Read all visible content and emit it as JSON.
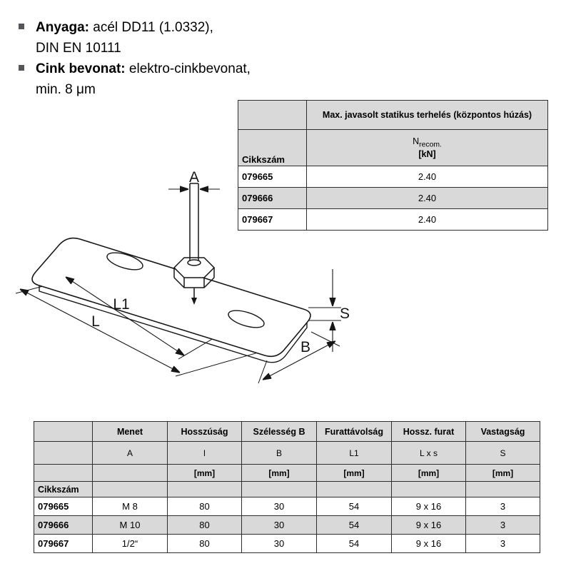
{
  "bullets": [
    {
      "label": "Anyaga:",
      "text": "acél DD11 (1.0332),",
      "line2": "DIN EN 10111"
    },
    {
      "label": "Cink bevonat:",
      "text": "elektro-cinkbevonat,",
      "line2": "min. 8 μm"
    }
  ],
  "load_table": {
    "header": "Max. javasolt statikus terhelés (központos húzás)",
    "col1": "Cikkszám",
    "unit": {
      "symbol": "N",
      "sub": "recom.",
      "bracket": "[kN]"
    },
    "rows": [
      {
        "sku": "079665",
        "value": "2.40"
      },
      {
        "sku": "079666",
        "value": "2.40"
      },
      {
        "sku": "079667",
        "value": "2.40"
      }
    ]
  },
  "drawing": {
    "labels": {
      "a": "A",
      "l1": "L1",
      "l": "L",
      "s": "S",
      "b": "B"
    }
  },
  "dim_table": {
    "headers": [
      "",
      "Menet",
      "Hosszúság",
      "Szélesség B",
      "Furattávolság",
      "Hossz. furat",
      "Vastagság"
    ],
    "symbols": [
      "",
      "A",
      "l",
      "B",
      "L1",
      "L x s",
      "S"
    ],
    "units": [
      "",
      "",
      "[mm]",
      "[mm]",
      "[mm]",
      "[mm]",
      "[mm]"
    ],
    "row_label": "Cikkszám",
    "rows": [
      [
        "079665",
        "M 8",
        "80",
        "30",
        "54",
        "9 x 16",
        "3"
      ],
      [
        "079666",
        "M 10",
        "80",
        "30",
        "54",
        "9 x 16",
        "3"
      ],
      [
        "079667",
        "1/2“",
        "80",
        "30",
        "54",
        "9 x 16",
        "3"
      ]
    ]
  }
}
